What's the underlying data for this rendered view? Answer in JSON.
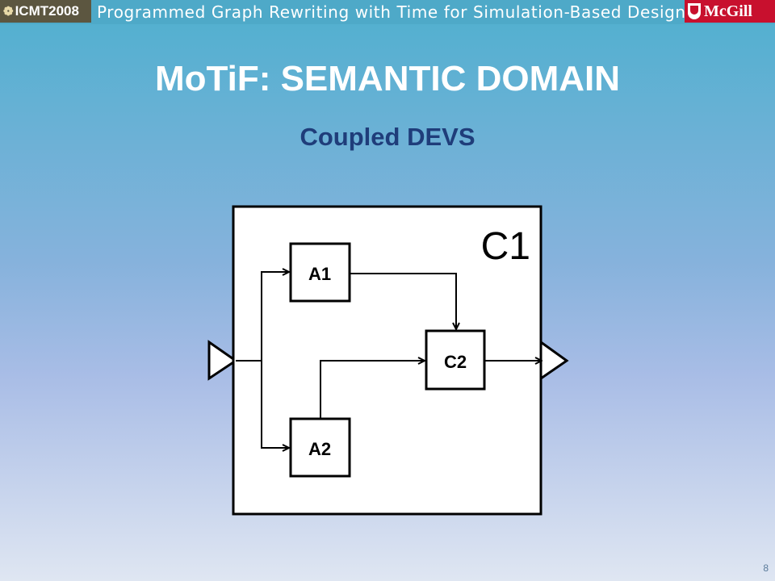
{
  "header": {
    "conference_logo": "ICMT2008",
    "title": "Programmed Graph Rewriting with Time for Simulation-Based Design",
    "university_logo": "McGill"
  },
  "slide": {
    "title": "MoTiF: SEMANTIC DOMAIN",
    "subtitle": "Coupled DEVS",
    "number": "8"
  },
  "diagram": {
    "outer_model": "C1",
    "atomic_models": [
      "A1",
      "A2"
    ],
    "inner_coupled_model": "C2",
    "colors": {
      "stroke": "#000000",
      "fill": "#ffffff"
    }
  }
}
